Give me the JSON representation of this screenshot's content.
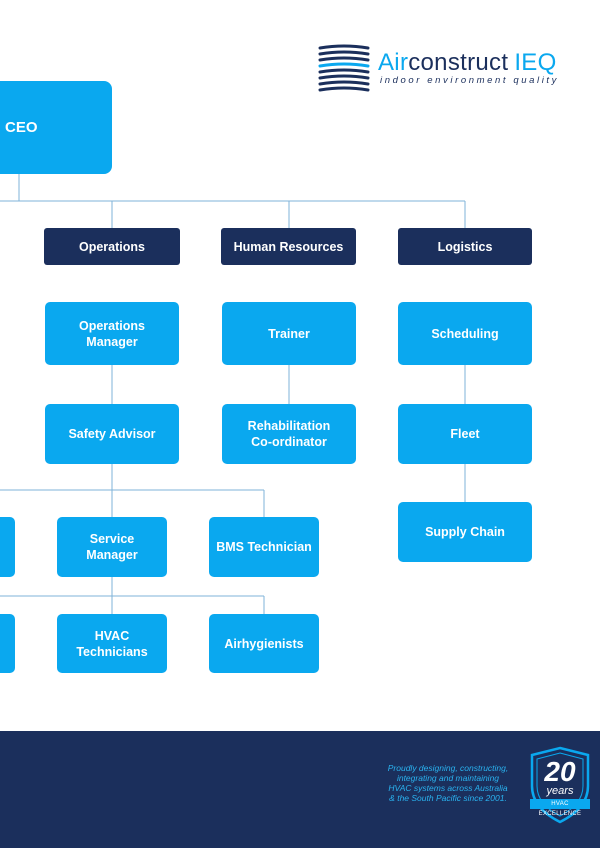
{
  "brand": {
    "name_part1": "Air",
    "name_part2": "construct",
    "name_part3": "IEQ",
    "tagline": "indoor environment quality",
    "logo_icon": "stacked-wave-lines-icon"
  },
  "ceo": {
    "label": "CEO"
  },
  "departments": {
    "operations": "Operations",
    "human_resources": "Human Resources",
    "logistics": "Logistics"
  },
  "roles": {
    "operations_manager": "Operations\nManager",
    "safety_advisor": "Safety Advisor",
    "service_manager": "Service\nManager",
    "bms_technician": "BMS Technician",
    "hvac_technicians": "HVAC\nTechnicians",
    "airhygienists": "Airhygienists",
    "trainer": "Trainer",
    "rehabilitation_coordinator": "Rehabilitation\nCo-ordinator",
    "scheduling": "Scheduling",
    "fleet": "Fleet",
    "supply_chain": "Supply Chain"
  },
  "footer": {
    "text": "Proudly designing, constructing,\nintegrating and maintaining\nHVAC systems across Australia\n& the South Pacific since 2001.",
    "badge_number": "20",
    "badge_word": "years",
    "badge_ribbon": "HVAC EXCELLENCE",
    "badge_icon": "shield-badge-icon"
  },
  "colors": {
    "accent": "#0aa8ef",
    "navy": "#1b2f5c",
    "connector": "#7fb3d9"
  }
}
